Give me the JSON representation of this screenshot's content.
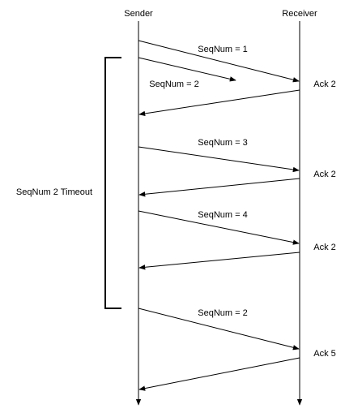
{
  "participants": {
    "sender": "Sender",
    "receiver": "Receiver"
  },
  "messages": [
    {
      "label": "SeqNum = 1",
      "direction": "sender-to-receiver"
    },
    {
      "label": "SeqNum = 2",
      "direction": "sender-to-receiver",
      "lost": true
    },
    {
      "label": "Ack 2",
      "direction": "receiver-to-sender"
    },
    {
      "label": "SeqNum = 3",
      "direction": "sender-to-receiver"
    },
    {
      "label": "Ack 2",
      "direction": "receiver-to-sender"
    },
    {
      "label": "SeqNum = 4",
      "direction": "sender-to-receiver"
    },
    {
      "label": "Ack 2",
      "direction": "receiver-to-sender"
    },
    {
      "label": "SeqNum = 2",
      "direction": "sender-to-receiver"
    },
    {
      "label": "Ack 5",
      "direction": "receiver-to-sender"
    }
  ],
  "timeout": {
    "label": "SeqNum 2 Timeout"
  },
  "colors": {
    "line": "#000000",
    "background": "#ffffff"
  }
}
